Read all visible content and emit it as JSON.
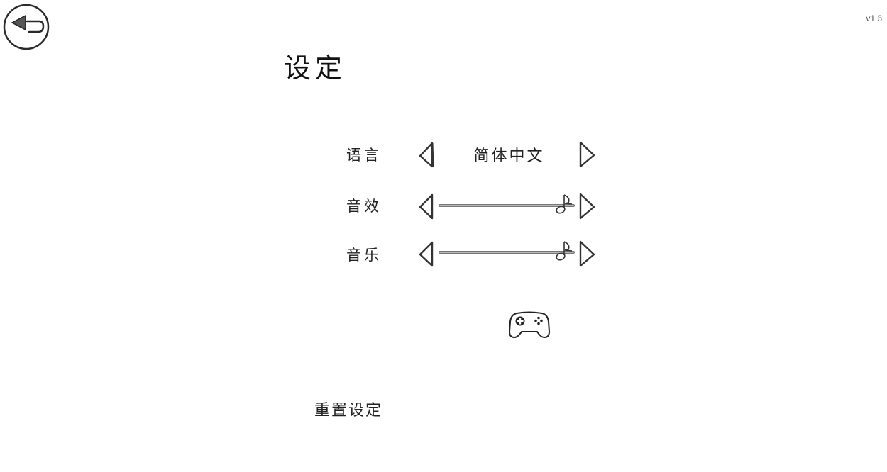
{
  "version": "v1.6",
  "title": "设定",
  "icons": {
    "back": "back-arrow-circle-icon",
    "left_arrow": "triangle-left-icon",
    "right_arrow": "triangle-right-icon",
    "slider_knob": "music-note-icon",
    "gamepad": "gamepad-icon"
  },
  "settings": {
    "language": {
      "label": "语言",
      "value": "简体中文"
    },
    "sound_effects": {
      "label": "音效",
      "value_percent": 100
    },
    "music": {
      "label": "音乐",
      "value_percent": 100
    }
  },
  "reset_label": "重置设定",
  "colors": {
    "background": "#ffffff",
    "ink": "#222222",
    "track": "#888888"
  }
}
